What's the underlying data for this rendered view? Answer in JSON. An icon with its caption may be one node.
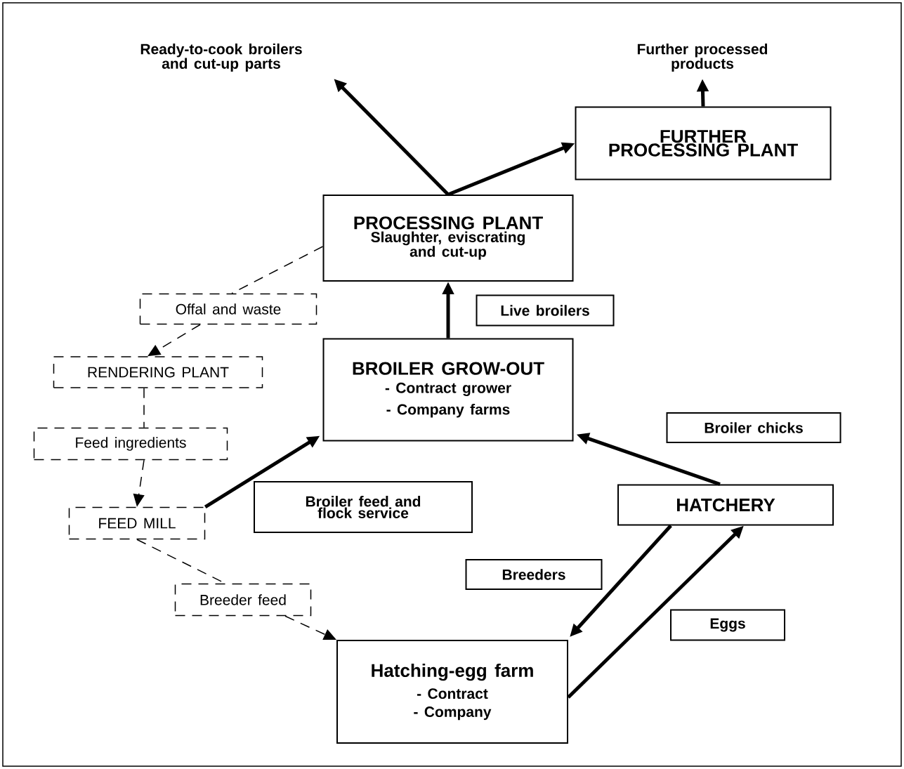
{
  "diagram": {
    "nodes": [
      {
        "text": [
          "Ready-to-cook broilers and cut-up parts"
        ]
      },
      {
        "text": [
          "Further processed products"
        ]
      },
      {
        "text": [
          "FURTHER PROCESSING PLANT"
        ]
      },
      {
        "text": [
          "PROCESSING PLANT",
          "Slaughter, eviscrating and cut-up"
        ]
      },
      {
        "text": [
          "Offal and waste"
        ]
      },
      {
        "text": [
          "Live broilers"
        ]
      },
      {
        "text": [
          "BROILER GROW-OUT",
          "- Contract grower",
          "- Company farms"
        ]
      },
      {
        "text": [
          "RENDERING PLANT"
        ]
      },
      {
        "text": [
          "Broiler chicks"
        ]
      },
      {
        "text": [
          "Feed ingredients"
        ]
      },
      {
        "text": [
          "Broiler feed and flock service"
        ]
      },
      {
        "text": [
          "HATCHERY"
        ]
      },
      {
        "text": [
          "FEED MILL"
        ]
      },
      {
        "text": [
          "Breeders"
        ]
      },
      {
        "text": [
          "Breeder feed"
        ]
      },
      {
        "text": [
          "Eggs"
        ]
      },
      {
        "text": [
          "Hatching-egg farm",
          "- Contract",
          "- Company"
        ]
      }
    ],
    "edges": [
      {
        "from": 3,
        "to": 0,
        "arrow": "to"
      },
      {
        "from": 3,
        "to": 2,
        "arrow": "to"
      },
      {
        "from": 2,
        "to": 1,
        "arrow": "to"
      },
      {
        "from": 6,
        "to": 3,
        "arrow": "to"
      },
      {
        "from": 3,
        "to": 4,
        "arrow": "none",
        "style": "dashed"
      },
      {
        "from": 4,
        "to": 7,
        "arrow": "to",
        "style": "dashed"
      },
      {
        "from": 7,
        "to": 9,
        "arrow": "none",
        "style": "dashed"
      },
      {
        "from": 9,
        "to": 12,
        "arrow": "to",
        "style": "dashed"
      },
      {
        "from": 12,
        "to": 6,
        "arrow": "to"
      },
      {
        "from": 12,
        "to": 14,
        "arrow": "none",
        "style": "dashed"
      },
      {
        "from": 14,
        "to": 16,
        "arrow": "to",
        "style": "dashed"
      },
      {
        "from": 11,
        "to": 6,
        "arrow": "to"
      },
      {
        "from": 11,
        "to": 16,
        "arrow": "to"
      },
      {
        "from": 16,
        "to": 11,
        "arrow": "to"
      }
    ]
  }
}
